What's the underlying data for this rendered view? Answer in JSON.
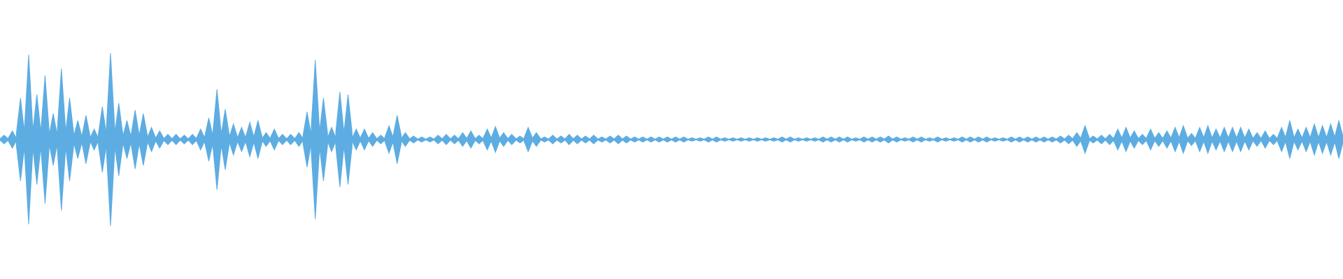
{
  "waveform": {
    "color": "#5dade2",
    "background": "#ffffff",
    "amplitudes": [
      0.05,
      0.1,
      0.48,
      0.98,
      0.52,
      0.74,
      0.3,
      0.82,
      0.48,
      0.22,
      0.28,
      0.12,
      0.38,
      1.0,
      0.42,
      0.22,
      0.34,
      0.3,
      0.14,
      0.1,
      0.06,
      0.06,
      0.05,
      0.06,
      0.12,
      0.25,
      0.58,
      0.35,
      0.18,
      0.14,
      0.2,
      0.22,
      0.08,
      0.12,
      0.06,
      0.06,
      0.08,
      0.32,
      0.92,
      0.48,
      0.14,
      0.55,
      0.52,
      0.12,
      0.12,
      0.08,
      0.05,
      0.16,
      0.28,
      0.08,
      0.04,
      0.03,
      0.03,
      0.05,
      0.06,
      0.05,
      0.08,
      0.1,
      0.05,
      0.12,
      0.15,
      0.08,
      0.06,
      0.04,
      0.14,
      0.08,
      0.03,
      0.05,
      0.04,
      0.06,
      0.05,
      0.04,
      0.05,
      0.03,
      0.04,
      0.05,
      0.04,
      0.03,
      0.03,
      0.03,
      0.03,
      0.03,
      0.03,
      0.03,
      0.02,
      0.02,
      0.03,
      0.03,
      0.02,
      0.02,
      0.02,
      0.02,
      0.02,
      0.02,
      0.02,
      0.03,
      0.03,
      0.02,
      0.02,
      0.02,
      0.03,
      0.03,
      0.03,
      0.03,
      0.02,
      0.03,
      0.03,
      0.03,
      0.04,
      0.03,
      0.02,
      0.03,
      0.03,
      0.02,
      0.03,
      0.02,
      0.02,
      0.03,
      0.03,
      0.03,
      0.03,
      0.02,
      0.02,
      0.03,
      0.03,
      0.03,
      0.03,
      0.03,
      0.03,
      0.04,
      0.05,
      0.08,
      0.16,
      0.04,
      0.05,
      0.06,
      0.12,
      0.14,
      0.1,
      0.06,
      0.12,
      0.08,
      0.1,
      0.14,
      0.16,
      0.07,
      0.14,
      0.16,
      0.12,
      0.14,
      0.14,
      0.14,
      0.12,
      0.08,
      0.1,
      0.06,
      0.14,
      0.22,
      0.12,
      0.14,
      0.18,
      0.16,
      0.18,
      0.22
    ]
  }
}
